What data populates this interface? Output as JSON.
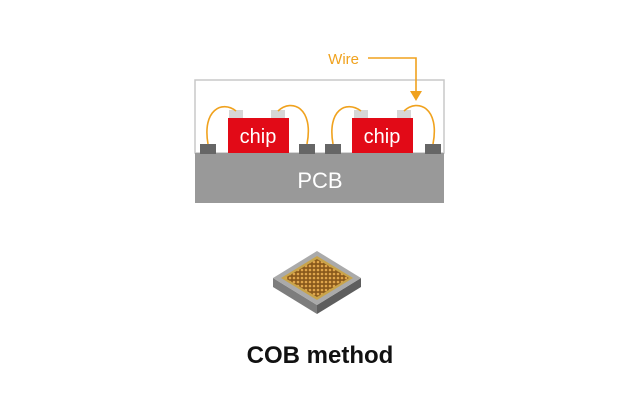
{
  "labels": {
    "wire": "Wire",
    "chip_left": "chip",
    "chip_right": "chip",
    "pcb": "PCB",
    "caption": "COB method"
  },
  "colors": {
    "wire": "#f0a21e",
    "chip": "#e20a17",
    "pcb": "#999999",
    "pad": "#666666",
    "chip_cap": "#d6d6d6",
    "encapsulation_outline": "#c8c8c8",
    "module_board": "#a7a7a7",
    "module_die": "#b07a2e"
  },
  "icons": {
    "module": "cob-led-module-icon"
  }
}
